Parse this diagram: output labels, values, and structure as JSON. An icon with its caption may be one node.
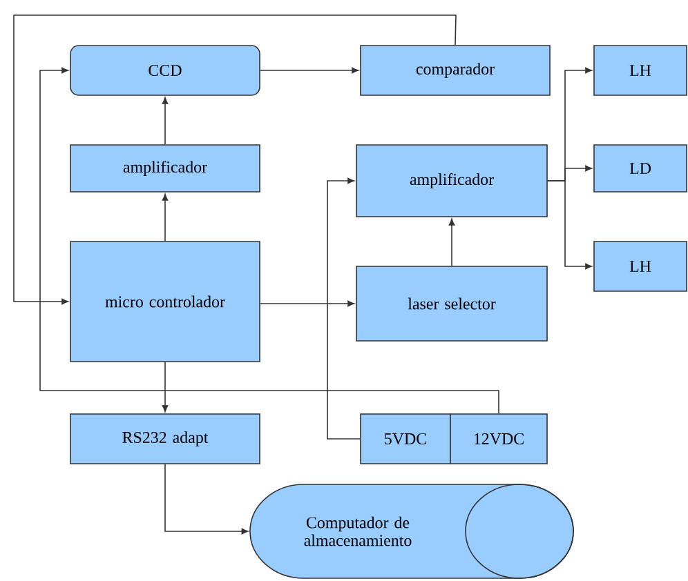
{
  "diagram": {
    "nodes": [
      {
        "text": [
          "CCD"
        ]
      },
      {
        "text": [
          "comparador"
        ]
      },
      {
        "text": [
          "amplificador"
        ]
      },
      {
        "text": [
          "micro controlador"
        ]
      },
      {
        "text": [
          "amplificador"
        ]
      },
      {
        "text": [
          "laser selector"
        ]
      },
      {
        "text": [
          "LH"
        ]
      },
      {
        "text": [
          "LD"
        ]
      },
      {
        "text": [
          "LH"
        ]
      },
      {
        "text": [
          "RS232 adapt"
        ]
      },
      {
        "text": [
          "5VDC"
        ]
      },
      {
        "text": [
          "12VDC"
        ]
      },
      {
        "text": [
          "Computador de almacenamiento"
        ]
      }
    ],
    "edges": [
      {
        "from": 0,
        "to": 1,
        "arrow": "to"
      },
      {
        "from": 2,
        "to": 0,
        "arrow": "to"
      },
      {
        "from": 3,
        "to": 2,
        "arrow": "to"
      },
      {
        "from": 3,
        "to": 5,
        "arrow": "to"
      },
      {
        "from": 5,
        "to": 4,
        "arrow": "to"
      },
      {
        "from": 4,
        "to": 6,
        "arrow": "to"
      },
      {
        "from": 4,
        "to": 7,
        "arrow": "to"
      },
      {
        "from": 4,
        "to": 8,
        "arrow": "to"
      },
      {
        "from": 1,
        "to": 3,
        "arrow": "to"
      },
      {
        "from": 3,
        "to": 9,
        "arrow": "to"
      },
      {
        "from": 9,
        "to": 12,
        "arrow": "to"
      },
      {
        "from": 10,
        "to": 4,
        "arrow": "to"
      },
      {
        "from": 11,
        "to": 0,
        "arrow": "to"
      }
    ]
  }
}
